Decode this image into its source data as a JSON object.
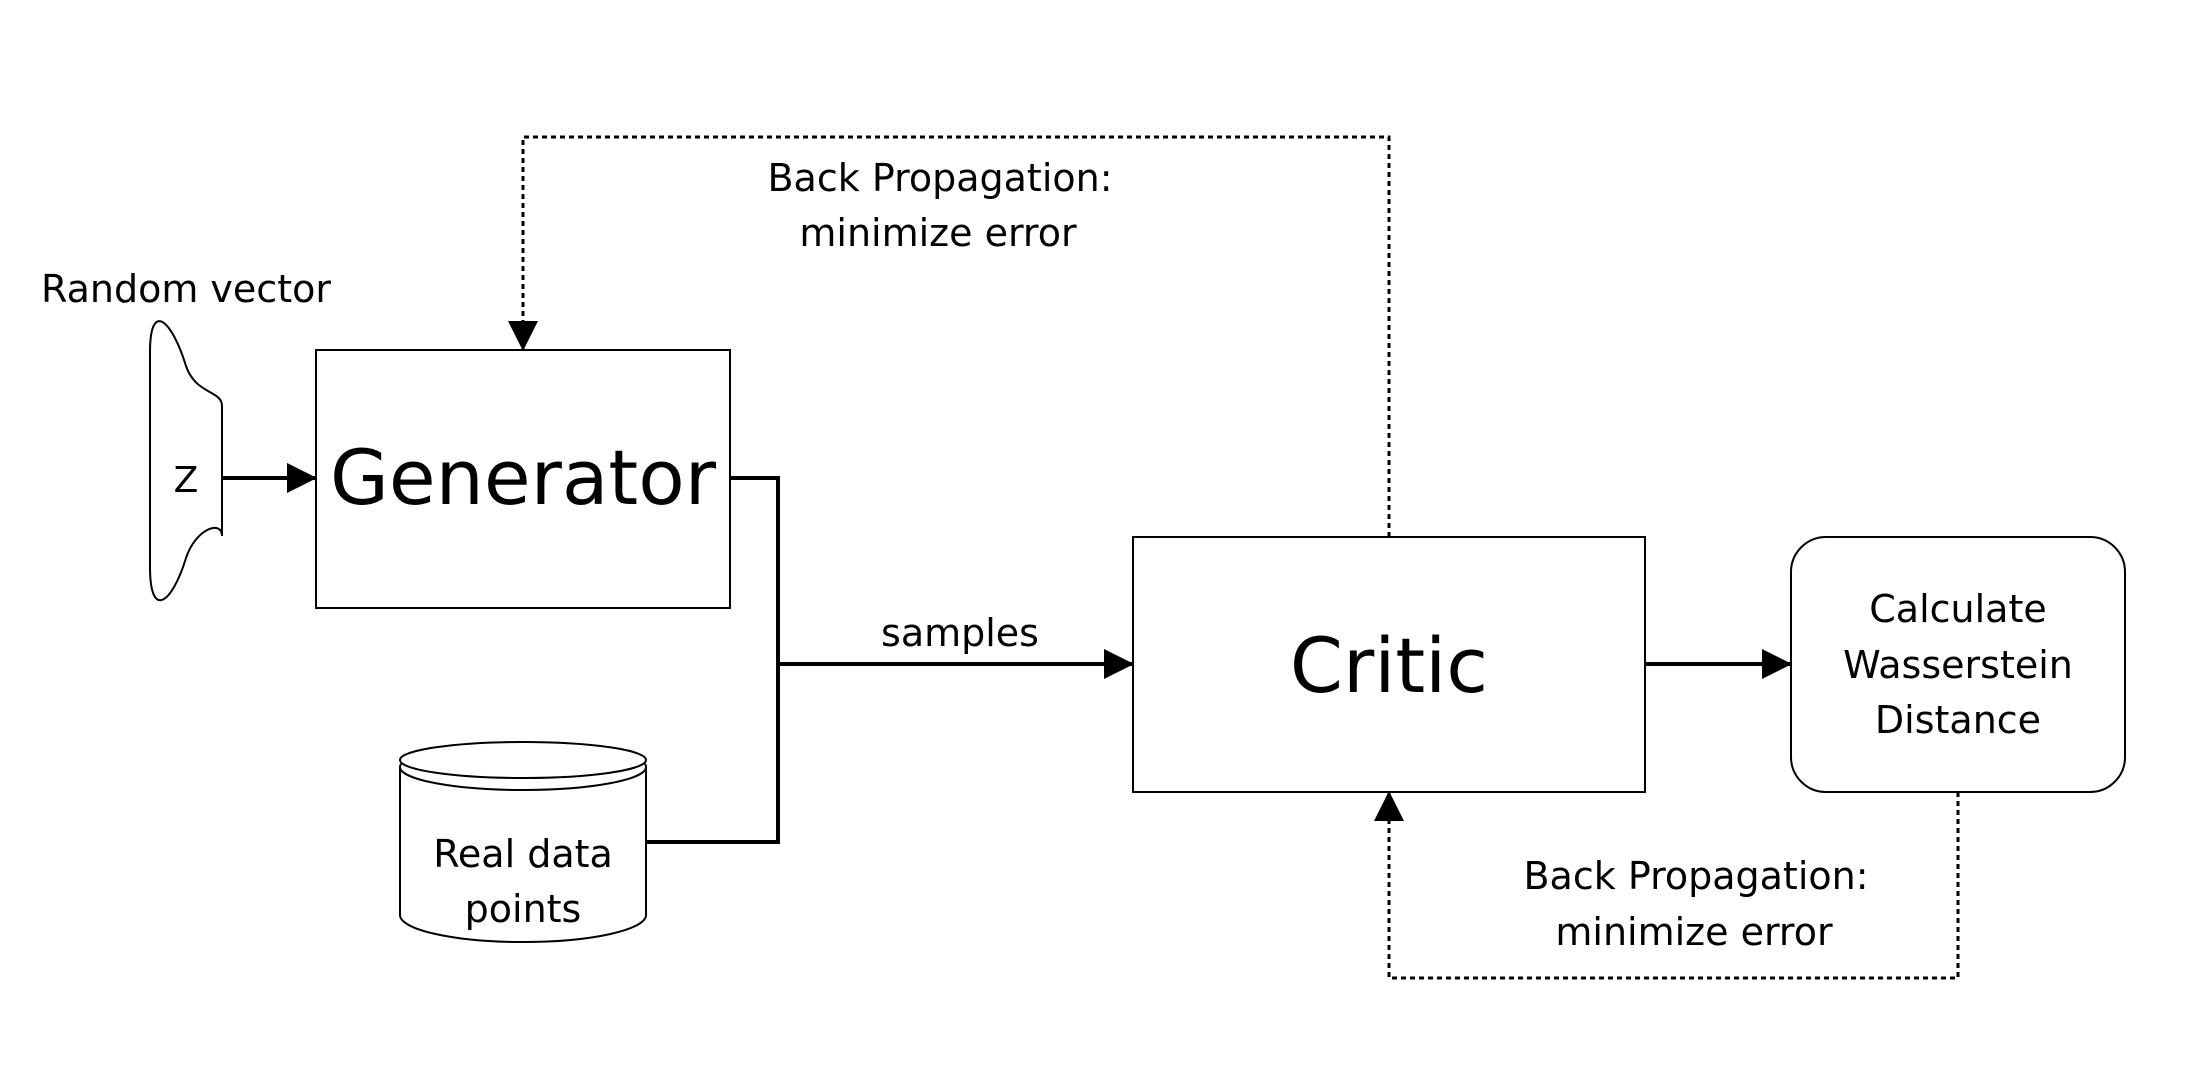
{
  "colors": {
    "stroke": "#000000",
    "fill": "#ffffff"
  },
  "labels": {
    "random_vector": "Random vector",
    "z": "Z",
    "generator": "Generator",
    "real_data_line1": "Real data",
    "real_data_line2": "points",
    "samples": "samples",
    "critic": "Critic",
    "wasserstein_line1": "Calculate",
    "wasserstein_line2": "Wasserstein",
    "wasserstein_line3": "Distance",
    "bp_top_line1": "Back Propagation:",
    "bp_top_line2": "minimize error",
    "bp_bottom_line1": "Back Propagation:",
    "bp_bottom_line2": "minimize error"
  }
}
